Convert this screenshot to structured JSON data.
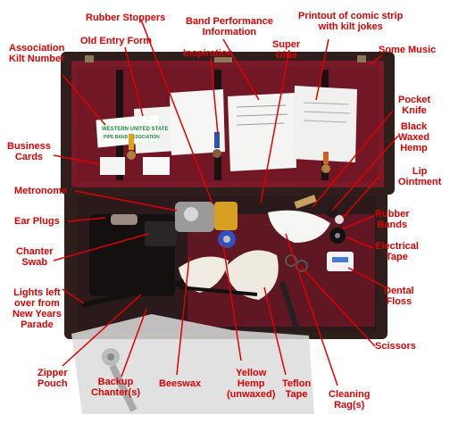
{
  "labels": {
    "rubber_stoppers": "Rubber Stoppers",
    "band_performance": "Band Performance\nInformation",
    "printout_comic": "Printout of comic strip\nwith kilt jokes",
    "association_kilt": "Association\nKilt Number",
    "old_entry_form": "Old Entry Form",
    "inspiration": "Inspiration",
    "super_glue": "Super\nGlue",
    "some_music": "Some Music",
    "pocket_knife": "Pocket\nKnife",
    "business_cards": "Business\nCards",
    "black_waxed_hemp": "Black\nWaxed\nHemp",
    "lip_ointment": "Lip\nOintment",
    "metronome": "Metronome",
    "rubber_bands": "Rubber\nBands",
    "ear_plugs": "Ear Plugs",
    "electrical_tape": "Electrical\nTape",
    "chanter_swab": "Chanter\nSwab",
    "lights_left": "Lights left\nover from\nNew Years\nParade",
    "dental_floss": "Dental\nFloss",
    "scissors": "Scissors",
    "zipper_pouch": "Zipper\nPouch",
    "backup_chanter": "Backup\nChanter(s)",
    "beeswax": "Beeswax",
    "yellow_hemp": "Yellow\nHemp\n(unwaxed)",
    "teflon_tape": "Teflon\nTape",
    "cleaning_rag": "Cleaning\nRag(s)"
  },
  "sign_text": "WESTERN UNITED STATES PIPE BAND ASSOCIATION",
  "colors": {
    "label_red": "#e00000",
    "case_leather": "#3a2620",
    "lining_red": "#7a1a28",
    "lining_dark": "#2a1a1c"
  }
}
